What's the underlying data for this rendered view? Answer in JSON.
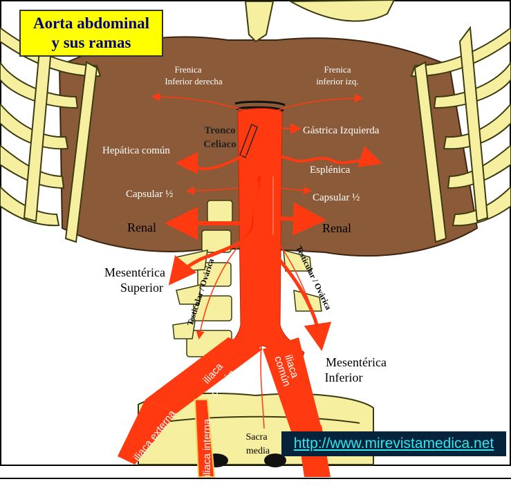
{
  "title": {
    "line1": "Aorta abdominal",
    "line2": "y sus ramas"
  },
  "labels": {
    "frenica_der": [
      "Frenica",
      "Inferior derecha"
    ],
    "frenica_izq": [
      "Frenica",
      "inferior izq."
    ],
    "tronco": [
      "Tronco",
      "Celiaco"
    ],
    "gastrica": "Gástrica Izquierda",
    "hepatica": "Hepática común",
    "esplenica": "Esplénica",
    "capsular_der": "Capsular ½",
    "capsular_izq": "Capsular ½",
    "renal_der": "Renal",
    "renal_izq": "Renal",
    "mes_sup": [
      "Mesentérica",
      "Superior"
    ],
    "mes_inf": [
      "Mesentérica",
      "Inferior"
    ],
    "testicular_der": "Testicular / Ovárica",
    "testicular_izq": "Testicular / Ovárica",
    "iliaca_comun_der": [
      "iliaca",
      "común"
    ],
    "iliaca_comun_izq": [
      "iliaca",
      "común"
    ],
    "iliaca_externa": "iliaca externa",
    "iliaca_interna": "iliaca interna",
    "sacra": [
      "Sacra",
      "media"
    ]
  },
  "url": "http://www.mirevistamedica.net",
  "colors": {
    "artery": "#ff3a10",
    "diaphragm": "#8b5a38",
    "bone": "#f7efa0",
    "title_bg": "#ffff00",
    "title_text": "#000080",
    "url_bg": "#05233a",
    "url_text": "#2ee8f0"
  }
}
